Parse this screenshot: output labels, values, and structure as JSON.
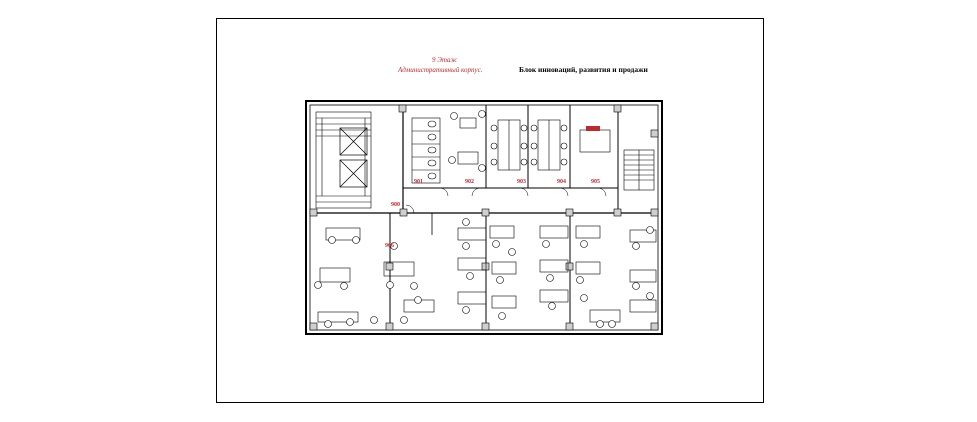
{
  "titles": {
    "floor": "9 Этаж",
    "building": "Административный корпус.",
    "block": "Блок инноваций, развития и продажи"
  },
  "rooms": [
    {
      "id": "room-901",
      "label": "901"
    },
    {
      "id": "room-902",
      "label": "902"
    },
    {
      "id": "room-903",
      "label": "903"
    },
    {
      "id": "room-904",
      "label": "904"
    },
    {
      "id": "room-905",
      "label": "905"
    },
    {
      "id": "room-906",
      "label": "906"
    },
    {
      "id": "room-900",
      "label": "900"
    }
  ],
  "colors": {
    "accent": "#c0282d",
    "line": "#000000"
  }
}
